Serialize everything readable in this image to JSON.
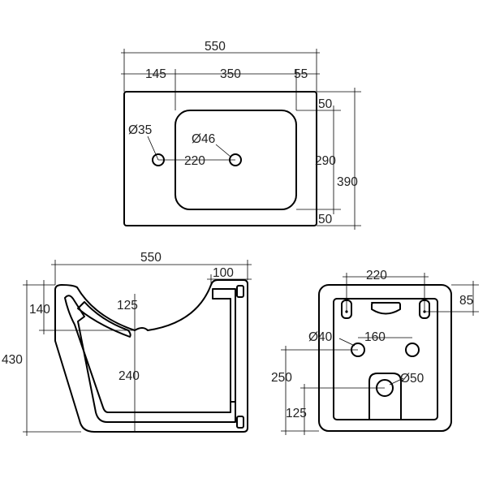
{
  "top_view": {
    "width_total": "550",
    "width_left": "145",
    "width_bowl": "350",
    "width_right": "55",
    "margin_top": "50",
    "margin_bottom": "50",
    "height_bowl": "290",
    "height_total": "390",
    "tap_hole_diameter": "Ø35",
    "waste_hole_diameter": "Ø46",
    "hole_spacing": "220"
  },
  "side_view": {
    "width_total": "550",
    "rear_thickness": "100",
    "rim_depth": "140",
    "height_total": "430",
    "rim_offset": "125",
    "bowl_height": "240"
  },
  "rear_view": {
    "fixing_spacing": "220",
    "fixing_height": "85",
    "supply_diameter": "Ø40",
    "supply_spacing": "160",
    "supply_height": "250",
    "waste_diameter": "Ø50",
    "waste_height": "125"
  }
}
